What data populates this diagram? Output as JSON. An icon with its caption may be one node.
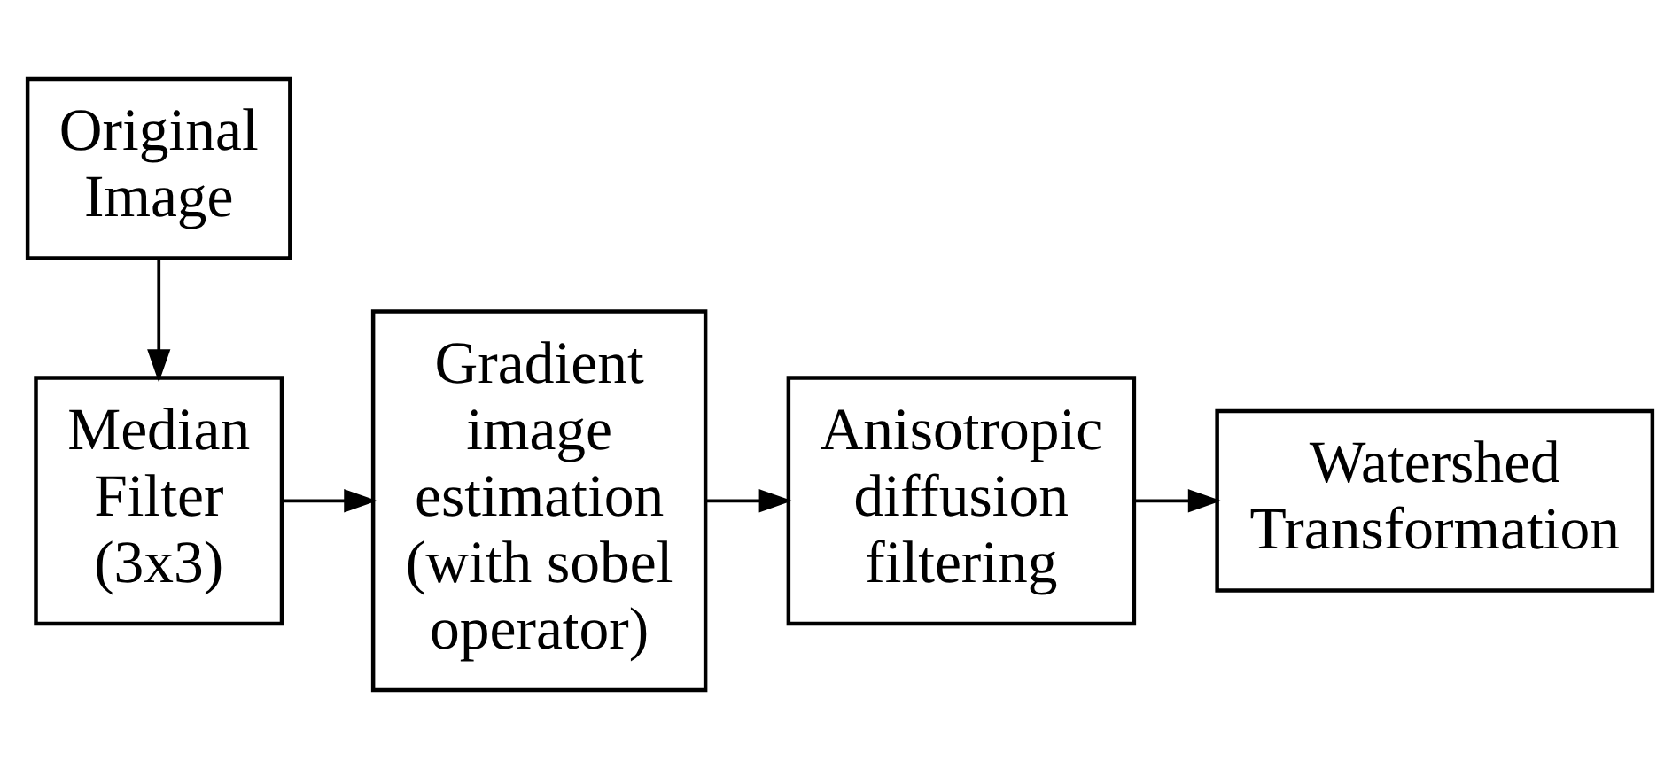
{
  "diagram": {
    "nodes": [
      {
        "text": [
          "Original Image"
        ]
      },
      {
        "text": [
          "Median Filter (3x3)"
        ]
      },
      {
        "text": [
          "Gradient image estimation (with sobel operator)"
        ]
      },
      {
        "text": [
          "Anisotropic diffusion filtering"
        ]
      },
      {
        "text": [
          "Watershed Transformation"
        ]
      }
    ],
    "edges": [
      {
        "from": 0,
        "to": 1,
        "arrow": "to"
      },
      {
        "from": 1,
        "to": 2,
        "arrow": "to"
      },
      {
        "from": 2,
        "to": 3,
        "arrow": "to"
      },
      {
        "from": 3,
        "to": 4,
        "arrow": "to"
      }
    ]
  }
}
